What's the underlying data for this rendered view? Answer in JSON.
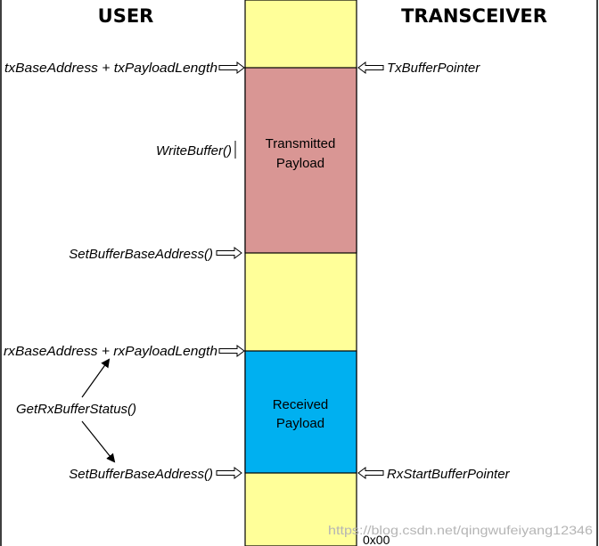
{
  "headers": {
    "user": "USER",
    "transceiver": "TRANSCEIVER"
  },
  "user_labels": {
    "tx_top": "txBaseAddress + txPayloadLength",
    "write_buffer": "WriteBuffer()",
    "set_base_tx": "SetBufferBaseAddress()",
    "rx_top": "rxBaseAddress + rxPayloadLength",
    "get_rx_status": "GetRxBufferStatus()",
    "set_base_rx": "SetBufferBaseAddress()"
  },
  "transceiver_labels": {
    "tx_pointer": "TxBufferPointer",
    "rx_start_pointer": "RxStartBufferPointer"
  },
  "blocks": {
    "transmitted": [
      "Transmitted",
      "Payload"
    ],
    "received": [
      "Received",
      "Payload"
    ]
  },
  "bottom_label": "0x00",
  "watermark": "https://blog.csdn.net/qingwufeiyang12346",
  "colors": {
    "buffer": "#ffff99",
    "transmitted": "#d99694",
    "received": "#00b0f0",
    "border": "#000000"
  }
}
